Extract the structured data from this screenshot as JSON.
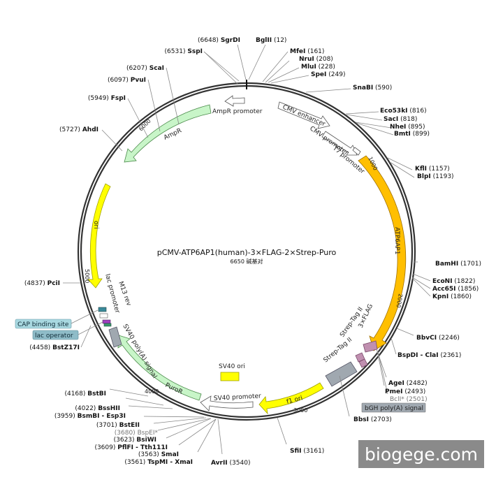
{
  "title": "pCMV-ATP6AP1(human)-3×FLAG-2×Strep-Puro",
  "subtitle": "6650 碱基对",
  "watermark": "biogege.com",
  "colors": {
    "ampr": "#c8f5c8",
    "ori": "#ffff00",
    "orf": "#ffbf00",
    "tag": "#c090b0",
    "grey": "#a0a8b0",
    "outline": "#333333",
    "cap": "#a8d8e0",
    "lac": "#8fbcc8"
  },
  "ticks": [
    "1000",
    "2000",
    "3000",
    "4000",
    "5000",
    "6000"
  ],
  "sites": [
    {
      "name": "BglII",
      "pos": "(12)"
    },
    {
      "name": "MfeI",
      "pos": "(161)"
    },
    {
      "name": "NruI",
      "pos": "(208)"
    },
    {
      "name": "MluI",
      "pos": "(228)"
    },
    {
      "name": "SpeI",
      "pos": "(249)"
    },
    {
      "name": "SnaBI",
      "pos": "(590)"
    },
    {
      "name": "Eco53kI",
      "pos": "(816)"
    },
    {
      "name": "SacI",
      "pos": "(818)"
    },
    {
      "name": "NheI",
      "pos": "(895)"
    },
    {
      "name": "BmtI",
      "pos": "(899)"
    },
    {
      "name": "KflI",
      "pos": "(1157)"
    },
    {
      "name": "BlpI",
      "pos": "(1193)"
    },
    {
      "name": "BamHI",
      "pos": "(1701)"
    },
    {
      "name": "EcoNI",
      "pos": "(1822)"
    },
    {
      "name": "Acc65I",
      "pos": "(1856)"
    },
    {
      "name": "KpnI",
      "pos": "(1860)"
    },
    {
      "name": "BbvCI",
      "pos": "(2246)"
    },
    {
      "name": "BspDI - ClaI",
      "pos": "(2361)"
    },
    {
      "name": "AgeI",
      "pos": "(2482)"
    },
    {
      "name": "PmeI",
      "pos": "(2493)"
    },
    {
      "name": "BclI*",
      "pos": "(2501)"
    },
    {
      "name": "BbsI",
      "pos": "(2703)"
    },
    {
      "name": "SfiI",
      "pos": "(3161)"
    },
    {
      "name": "AvrII",
      "pos": "(3540)"
    },
    {
      "name": "TspMI - XmaI",
      "pos": "(3561)"
    },
    {
      "name": "SmaI",
      "pos": "(3563)"
    },
    {
      "name": "PflFI - Tth111I",
      "pos": "(3609)"
    },
    {
      "name": "BsiWI",
      "pos": "(3623)"
    },
    {
      "name": "BspEI*",
      "pos": "(3680)"
    },
    {
      "name": "BstEII",
      "pos": "(3701)"
    },
    {
      "name": "BsmBI - Esp3I",
      "pos": "(3959)"
    },
    {
      "name": "BssHII",
      "pos": "(4022)"
    },
    {
      "name": "BstBI",
      "pos": "(4168)"
    },
    {
      "name": "BstZ17I",
      "pos": "(4458)"
    },
    {
      "name": "PciI",
      "pos": "(4837)"
    },
    {
      "name": "AhdI",
      "pos": "(5727)"
    },
    {
      "name": "FspI",
      "pos": "(5949)"
    },
    {
      "name": "PvuI",
      "pos": "(6097)"
    },
    {
      "name": "ScaI",
      "pos": "(6207)"
    },
    {
      "name": "SspI",
      "pos": "(6531)"
    },
    {
      "name": "SgrDI",
      "pos": "(6648)"
    }
  ],
  "features": {
    "cmv_enhancer": "CMV enhancer",
    "cmv_promoter": "CMV promoter",
    "t7_promoter": "T7 promoter",
    "atp6ap1": "ATP6AP1",
    "flag": "3×FLAG",
    "strep1": "Strep-Tag II",
    "strep2": "Strep-Tag II",
    "bgh": "bGH poly(A) signal",
    "f1ori": "f1 ori",
    "sv40_promoter": "SV40 promoter",
    "sv40_ori": "SV40 ori",
    "puror": "PuroR",
    "sv40_polya": "SV40 poly(A) signal",
    "lac_operator": "lac operator",
    "cap_site": "CAP binding site",
    "lac_promoter": "lac promoter",
    "m13rev": "M13 rev",
    "ori": "ori",
    "ampr": "AmpR",
    "ampr_promoter": "AmpR promoter"
  }
}
